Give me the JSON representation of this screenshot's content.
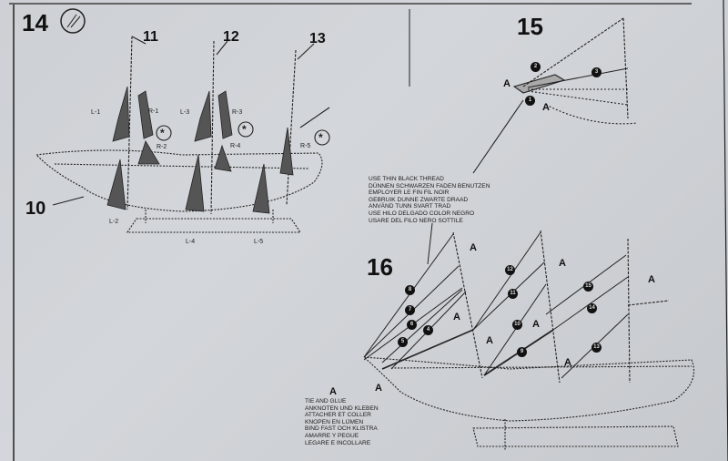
{
  "step14": {
    "number": "14",
    "icon": "glue-tube-icon",
    "mast_callouts": [
      "11",
      "12",
      "13"
    ],
    "hull_callout": "10",
    "left_labels": [
      "L-1",
      "L-2",
      "L-3",
      "L-4",
      "L-5"
    ],
    "right_labels": [
      "R-1",
      "R-2",
      "R-3",
      "R-4",
      "R-5"
    ],
    "asterisk": "*"
  },
  "step15": {
    "number": "15",
    "line_numbers": [
      "1",
      "2",
      "3"
    ],
    "marks": [
      "A",
      "A"
    ]
  },
  "step16": {
    "number": "16",
    "line_numbers": [
      "8",
      "7",
      "6",
      "5",
      "4",
      "12",
      "11",
      "10",
      "9",
      "15",
      "14",
      "13"
    ],
    "marks": [
      "A",
      "A",
      "A",
      "A",
      "A",
      "A",
      "A",
      "A",
      "A",
      "A"
    ]
  },
  "thread_note": [
    "Use thin black thread",
    "Dünnen schwarzen Faden benutzen",
    "Employer le fin fil noir",
    "Gebruik dunne zwarte draad",
    "Använd tunn svart trad",
    "Use hilo delgado color negro",
    "Usare del filo nero sottile"
  ],
  "tie_note": {
    "marks": [
      "A",
      "A"
    ],
    "lines": [
      "Tie and glue",
      "Anknoten und kleben",
      "Attacher et coller",
      "Knopen en lijmen",
      "Bind fast och klistra",
      "Amarre y pegue",
      "Legare e incollare"
    ]
  }
}
